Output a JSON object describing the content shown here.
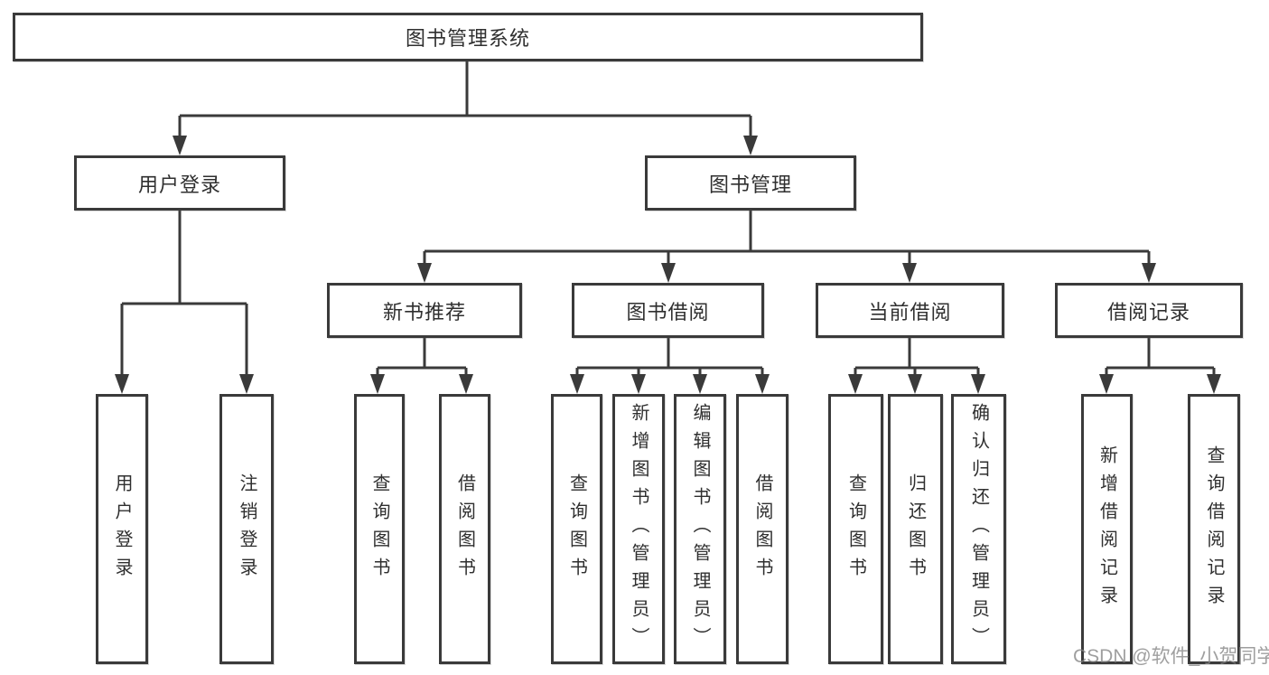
{
  "diagram": {
    "root": {
      "label": "图书管理系统"
    },
    "branches": [
      {
        "label": "用户登录",
        "children": [
          {
            "label": "用户登录"
          },
          {
            "label": "注销登录"
          }
        ]
      },
      {
        "label": "图书管理",
        "children": [
          {
            "label": "新书推荐",
            "children": [
              {
                "label": "查询图书"
              },
              {
                "label": "借阅图书"
              }
            ]
          },
          {
            "label": "图书借阅",
            "children": [
              {
                "label": "查询图书"
              },
              {
                "label": "新增图书（管理员）"
              },
              {
                "label": "编辑图书（管理员）"
              },
              {
                "label": "借阅图书"
              }
            ]
          },
          {
            "label": "当前借阅",
            "children": [
              {
                "label": "查询图书"
              },
              {
                "label": "归还图书"
              },
              {
                "label": "确认归还（管理员）"
              }
            ]
          },
          {
            "label": "借阅记录",
            "children": [
              {
                "label": "新增借阅记录"
              },
              {
                "label": "查询借阅记录"
              }
            ]
          }
        ]
      }
    ]
  },
  "watermark": {
    "text": "CSDN @软件_小贺同学"
  },
  "colors": {
    "line": "#3a3a3a",
    "text": "#2f2f2f",
    "background": "#ffffff"
  }
}
